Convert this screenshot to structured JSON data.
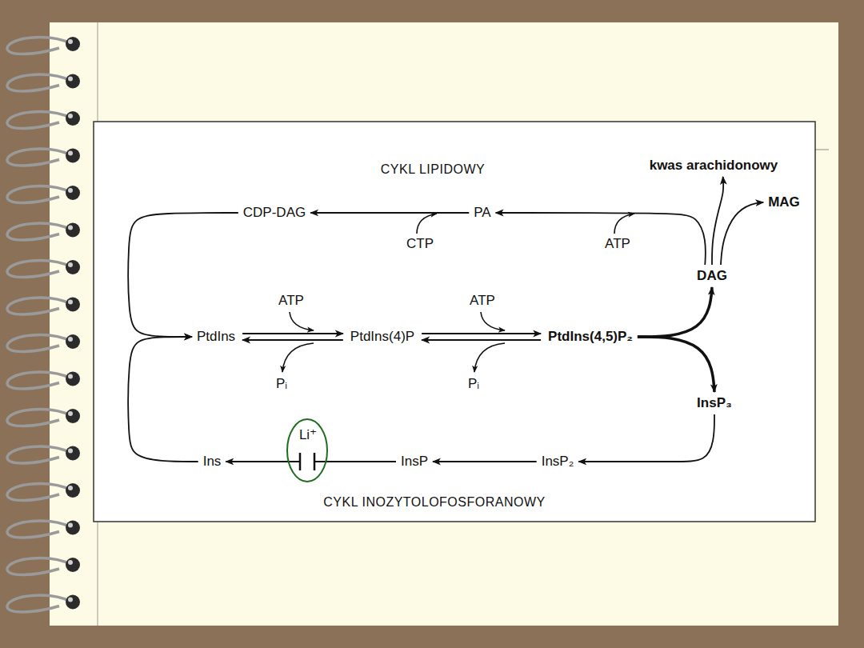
{
  "diagram": {
    "nodes": [
      {
        "text": [
          "kwas arachidonowy"
        ]
      },
      {
        "text": [
          "MAG"
        ]
      },
      {
        "text": [
          "CDP-DAG"
        ]
      },
      {
        "text": [
          "PA"
        ]
      },
      {
        "text": [
          "DAG"
        ]
      },
      {
        "text": [
          "PtdIns"
        ]
      },
      {
        "text": [
          "PtdIns(4)P"
        ]
      },
      {
        "text": [
          "PtdIns(4,5)P₂"
        ]
      },
      {
        "text": [
          "InsP₃"
        ]
      },
      {
        "text": [
          "Ins"
        ]
      },
      {
        "text": [
          "InsP"
        ]
      },
      {
        "text": [
          "InsP₂"
        ]
      }
    ],
    "edges": [
      {
        "from": 3,
        "to": 2,
        "arrow": "to"
      },
      {
        "from": 2,
        "to": 5,
        "arrow": "to"
      },
      {
        "from": 5,
        "to": 6,
        "arrow": "both"
      },
      {
        "from": 6,
        "to": 7,
        "arrow": "both"
      },
      {
        "from": 7,
        "to": 4,
        "arrow": "to"
      },
      {
        "from": 4,
        "to": 3,
        "arrow": "to"
      },
      {
        "from": 4,
        "to": 0,
        "arrow": "to"
      },
      {
        "from": 4,
        "to": 1,
        "arrow": "to"
      },
      {
        "from": 7,
        "to": 8,
        "arrow": "to"
      },
      {
        "from": 8,
        "to": 11,
        "arrow": "to"
      },
      {
        "from": 11,
        "to": 10,
        "arrow": "to"
      },
      {
        "from": 10,
        "to": 9,
        "arrow": "to"
      },
      {
        "from": 9,
        "to": 5,
        "arrow": "to"
      }
    ],
    "labels": [
      "CYKL LIPIDOWY",
      "CTP",
      "ATP",
      "ATP",
      "ATP",
      "Pᵢ",
      "Pᵢ",
      "Li⁺",
      "CYKL INOZYTOLOFOSFORANOWY"
    ]
  }
}
